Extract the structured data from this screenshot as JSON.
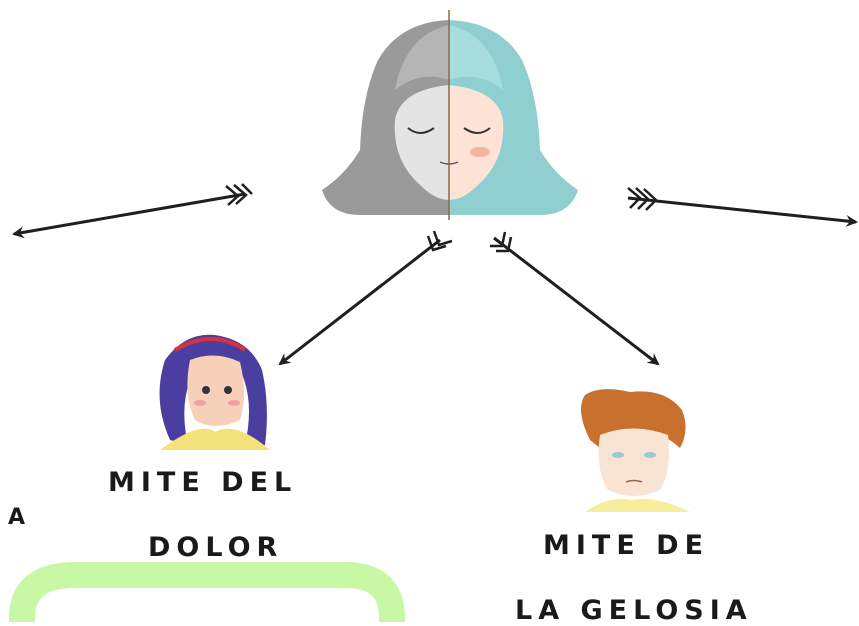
{
  "labels": {
    "edge_letter": "A",
    "dolor_line1": "MITE DEL",
    "dolor_line2": "DOLOR",
    "gelosia_line1": "MITE DE",
    "gelosia_line2": "LA GELOSIA"
  },
  "colors": {
    "arrow": "#1f1f1f",
    "green_frame": "#c8f7a6",
    "teal_hair": "#8fcfcf",
    "grey_hair": "#9a9a9a",
    "purple_hair": "#4a3fa0",
    "orange_hair": "#c8712e"
  },
  "icons": {
    "center": "split-face-girl-illustration",
    "left_child": "purple-haired-girl-illustration",
    "right_child": "curly-haired-boy-illustration"
  }
}
